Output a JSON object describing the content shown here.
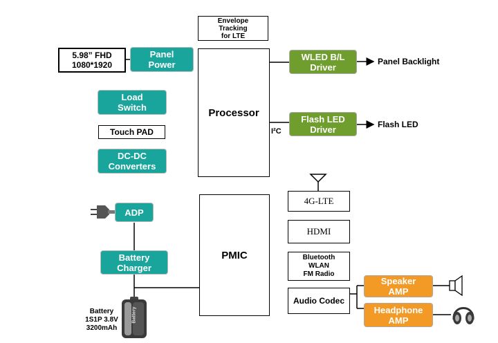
{
  "blocks": {
    "envelope": "Envelope\nTracking\nfor LTE",
    "processor": "Processor",
    "pmic": "PMIC",
    "display": "5.98” FHD\n1080*1920",
    "panel_power": "Panel\nPower",
    "load_switch": "Load\nSwitch",
    "touch_pad": "Touch PAD",
    "dcdc": "DC-DC\nConverters",
    "wled": "WLED B/L\nDriver",
    "flash_driver": "Flash LED\nDriver",
    "lte": "4G-LTE",
    "hdmi": "HDMI",
    "wireless": "Bluetooth\nWLAN\nFM Radio",
    "audio_codec": "Audio Codec",
    "speaker_amp": "Speaker\nAMP",
    "headphone_amp": "Headphone\nAMP",
    "adp": "ADP",
    "battery_charger": "Battery\nCharger"
  },
  "labels": {
    "panel_backlight": "Panel Backlight",
    "flash_led": "Flash LED",
    "i2c": "I²C",
    "battery_spec": "Battery\n1S1P 3.8V\n3200mAh",
    "battery_cell": "Battery"
  },
  "colors": {
    "teal": "#1aa59c",
    "green": "#6f9e2e",
    "orange": "#f39a26"
  },
  "icons": [
    "antenna-icon",
    "plug-icon",
    "battery-icon",
    "speaker-icon",
    "headphone-icon"
  ]
}
